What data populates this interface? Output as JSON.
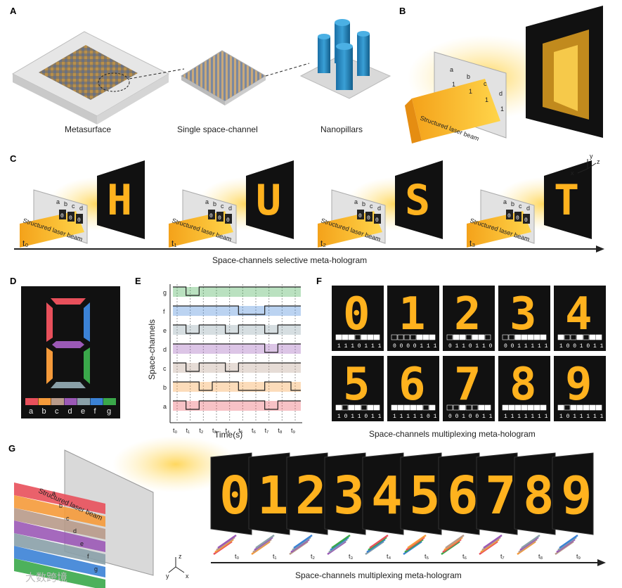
{
  "panels": {
    "A": "A",
    "B": "B",
    "C": "C",
    "D": "D",
    "E": "E",
    "F": "F",
    "G": "G"
  },
  "panelA": {
    "metasurface": "Metasurface",
    "single": "Single space-channel",
    "nanopillars": "Nanopillars"
  },
  "panelB": {
    "channels": [
      "a",
      "b",
      "c",
      "d"
    ],
    "bits": [
      "1",
      "1",
      "1",
      "1"
    ],
    "beam": "Structured laser beam"
  },
  "panelC": {
    "caption": "Space-channels selective meta-hologram",
    "beam": "Structured laser beam",
    "axes": {
      "x": "x",
      "y": "y",
      "z": "z"
    },
    "frames": [
      {
        "time": "t₀",
        "letter": "H",
        "bits": [
          "0",
          "0",
          "0"
        ],
        "channels": [
          "a",
          "b",
          "c",
          "d"
        ]
      },
      {
        "time": "t₁",
        "letter": "U",
        "bits": [
          "0",
          "0",
          "0"
        ],
        "channels": [
          "a",
          "b",
          "c",
          "d"
        ]
      },
      {
        "time": "t₂",
        "letter": "S",
        "bits": [
          "0",
          "0",
          "0"
        ],
        "channels": [
          "a",
          "b",
          "c",
          "d"
        ]
      },
      {
        "time": "t₃",
        "letter": "T",
        "bits": [
          "0",
          "0",
          "0"
        ],
        "channels": [
          "a",
          "b",
          "c",
          "d"
        ]
      }
    ]
  },
  "panelD": {
    "segments": [
      "a",
      "b",
      "c",
      "d",
      "e",
      "f",
      "g"
    ],
    "colors": [
      "#e8505b",
      "#f59a3a",
      "#b89a8a",
      "#9b59b6",
      "#8aa0a8",
      "#3b82d6",
      "#3aa84a"
    ]
  },
  "panelE": {
    "ylabel": "Space-channels",
    "xlabel": "Time(s)",
    "channels": [
      "g",
      "f",
      "e",
      "d",
      "c",
      "b",
      "a"
    ],
    "times": [
      "t₀",
      "t₁",
      "t₂",
      "t₃",
      "t₄",
      "t₅",
      "t₆",
      "t₇",
      "t₈",
      "t₉"
    ],
    "colors": [
      "#3aa84a",
      "#3b82d6",
      "#8aa0a8",
      "#9b59b6",
      "#b89a8a",
      "#f59a3a",
      "#e8505b"
    ],
    "states": [
      [
        1,
        0,
        1,
        1,
        1,
        1,
        1,
        1,
        1,
        1
      ],
      [
        1,
        1,
        1,
        1,
        1,
        0,
        0,
        1,
        1,
        1
      ],
      [
        1,
        0,
        1,
        1,
        0,
        1,
        1,
        0,
        1,
        1
      ],
      [
        1,
        1,
        1,
        1,
        1,
        1,
        1,
        0,
        1,
        1
      ],
      [
        1,
        0,
        1,
        1,
        0,
        1,
        1,
        1,
        1,
        1
      ],
      [
        1,
        1,
        0,
        1,
        1,
        0,
        0,
        1,
        1,
        0
      ],
      [
        1,
        0,
        1,
        1,
        1,
        1,
        1,
        0,
        1,
        1
      ]
    ]
  },
  "panelF": {
    "caption": "Space-channels multiplexing meta-hologram",
    "digits": [
      {
        "d": "0",
        "code": "1110111"
      },
      {
        "d": "1",
        "code": "0000111"
      },
      {
        "d": "2",
        "code": "0110110"
      },
      {
        "d": "3",
        "code": "0011111"
      },
      {
        "d": "4",
        "code": "1001011"
      },
      {
        "d": "5",
        "code": "1011011"
      },
      {
        "d": "6",
        "code": "1111101"
      },
      {
        "d": "7",
        "code": "0010011"
      },
      {
        "d": "8",
        "code": "1111111"
      },
      {
        "d": "9",
        "code": "1011111"
      }
    ]
  },
  "panelG": {
    "caption": "Space-channels multiplexing meta-hologram",
    "beam": "Structured laser beam",
    "channels": [
      "a",
      "b",
      "c",
      "d",
      "e",
      "f",
      "g"
    ],
    "digits": [
      "0",
      "1",
      "2",
      "3",
      "4",
      "5",
      "6",
      "7",
      "8",
      "9"
    ],
    "times": [
      "t₀",
      "t₁",
      "t₂",
      "t₃",
      "t₄",
      "t₅",
      "t₆",
      "t₇",
      "t₈",
      "t₉"
    ],
    "axes": {
      "x": "x",
      "y": "y",
      "z": "z"
    }
  },
  "watermark": "大数跨境"
}
